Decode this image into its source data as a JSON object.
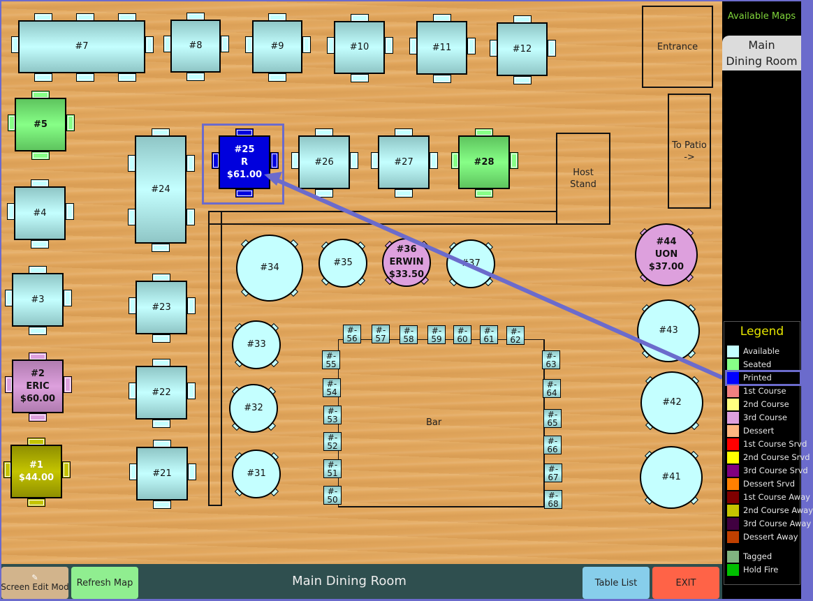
{
  "sidebar": {
    "maps_title": "Available Maps",
    "map_button": "Main\nDining Room",
    "legend_title": "Legend",
    "legend": [
      {
        "label": "Available",
        "color": "#c4ffff"
      },
      {
        "label": "Seated",
        "color": "#87ff87"
      },
      {
        "label": "Printed",
        "color": "#0000ff"
      },
      {
        "label": "1st Course",
        "color": "#f08080"
      },
      {
        "label": "2nd Course",
        "color": "#ffff80"
      },
      {
        "label": "3rd Course",
        "color": "#dda0dd"
      },
      {
        "label": "Dessert",
        "color": "#ffb680"
      },
      {
        "label": "1st Course Srvd",
        "color": "#ff0000"
      },
      {
        "label": "2nd Course Srvd",
        "color": "#ffff00"
      },
      {
        "label": "3rd Course Srvd",
        "color": "#800080"
      },
      {
        "label": "Dessert Srvd",
        "color": "#ff8000"
      },
      {
        "label": "1st Course Away",
        "color": "#800000"
      },
      {
        "label": "2nd Course Away",
        "color": "#c4c400"
      },
      {
        "label": "3rd Course Away",
        "color": "#400040"
      },
      {
        "label": "Dessert Away",
        "color": "#c04000"
      },
      {
        "label": "Tagged",
        "color": "#80b480"
      },
      {
        "label": "Hold Fire",
        "color": "#00c000"
      }
    ]
  },
  "bottom": {
    "edit_label": "Screen Edit Mod",
    "edit_icon": "pencil-icon",
    "refresh_label": "Refresh Map",
    "title": "Main Dining Room",
    "table_list_label": "Table List",
    "exit_label": "EXIT"
  },
  "zones": {
    "entrance": "Entrance",
    "patio": "To Patio\n->",
    "host": "Host\nStand",
    "bar": "Bar"
  },
  "tables": {
    "t7": {
      "text": "#7",
      "status": "available"
    },
    "t8": {
      "text": "#8",
      "status": "available"
    },
    "t9": {
      "text": "#9",
      "status": "available"
    },
    "t10": {
      "text": "#10",
      "status": "available"
    },
    "t11": {
      "text": "#11",
      "status": "available"
    },
    "t12": {
      "text": "#12",
      "status": "available"
    },
    "t5": {
      "text": "#5",
      "status": "seated"
    },
    "t24": {
      "text": "#24",
      "status": "available"
    },
    "t25": {
      "text": "#25\nR\n$61.00",
      "status": "printed"
    },
    "t26": {
      "text": "#26",
      "status": "available"
    },
    "t27": {
      "text": "#27",
      "status": "available"
    },
    "t28": {
      "text": "#28",
      "status": "seated"
    },
    "t4": {
      "text": "#4",
      "status": "available"
    },
    "t3": {
      "text": "#3",
      "status": "available"
    },
    "t23": {
      "text": "#23",
      "status": "available"
    },
    "t2": {
      "text": "#2\nERIC\n$60.00",
      "status": "3rd course"
    },
    "t22": {
      "text": "#22",
      "status": "available"
    },
    "t1": {
      "text": "#1\n$44.00",
      "status": "2nd course away"
    },
    "t21": {
      "text": "#21",
      "status": "available"
    },
    "t34": {
      "text": "#34",
      "status": "available"
    },
    "t35": {
      "text": "#35",
      "status": "available"
    },
    "t36": {
      "text": "#36\nERWIN\n$33.50",
      "status": "3rd course"
    },
    "t37": {
      "text": "#37",
      "status": "available"
    },
    "t44": {
      "text": "#44\nUON\n$37.00",
      "status": "3rd course"
    },
    "t33": {
      "text": "#33",
      "status": "available"
    },
    "t32": {
      "text": "#32",
      "status": "available"
    },
    "t31": {
      "text": "#31",
      "status": "available"
    },
    "t43": {
      "text": "#43",
      "status": "available"
    },
    "t42": {
      "text": "#42",
      "status": "available"
    },
    "t41": {
      "text": "#41",
      "status": "available"
    }
  },
  "bar_seats": {
    "s50": "#-\n50",
    "s51": "#-\n51",
    "s52": "#-\n52",
    "s53": "#-\n53",
    "s54": "#-\n54",
    "s55": "#-\n55",
    "s56": "#-\n56",
    "s57": "#-\n57",
    "s58": "#-\n58",
    "s59": "#-\n59",
    "s60": "#-\n60",
    "s61": "#-\n61",
    "s62": "#-\n62",
    "s63": "#-\n63",
    "s64": "#-\n64",
    "s65": "#-\n65",
    "s66": "#-\n66",
    "s67": "#-\n67",
    "s68": "#-\n68"
  }
}
